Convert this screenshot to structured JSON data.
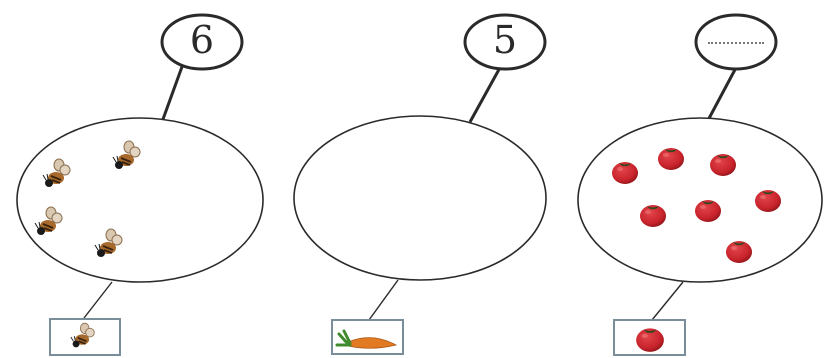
{
  "groups": [
    {
      "number": "6",
      "contents": "bees",
      "item_count_shown": 4,
      "key_item": "bee"
    },
    {
      "number": "5",
      "contents": "empty",
      "item_count_shown": 0,
      "key_item": "carrot"
    },
    {
      "number": "",
      "contents": "tomatoes",
      "item_count_shown": 7,
      "key_item": "tomato"
    }
  ],
  "colors": {
    "outline": "#2a2a2a",
    "tomato": "#c8232c",
    "box": "#7a8e9a"
  }
}
